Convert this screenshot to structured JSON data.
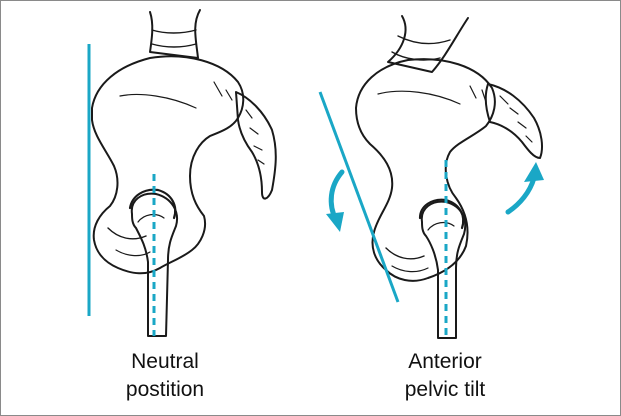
{
  "colors": {
    "reference_line": "#1aa7c6",
    "bone_outline": "#1a1a1a",
    "background": "#ffffff"
  },
  "panels": [
    {
      "caption": [
        "Neutral",
        "postition"
      ]
    },
    {
      "caption": [
        "Anterior",
        "pelvic tilt"
      ]
    }
  ]
}
